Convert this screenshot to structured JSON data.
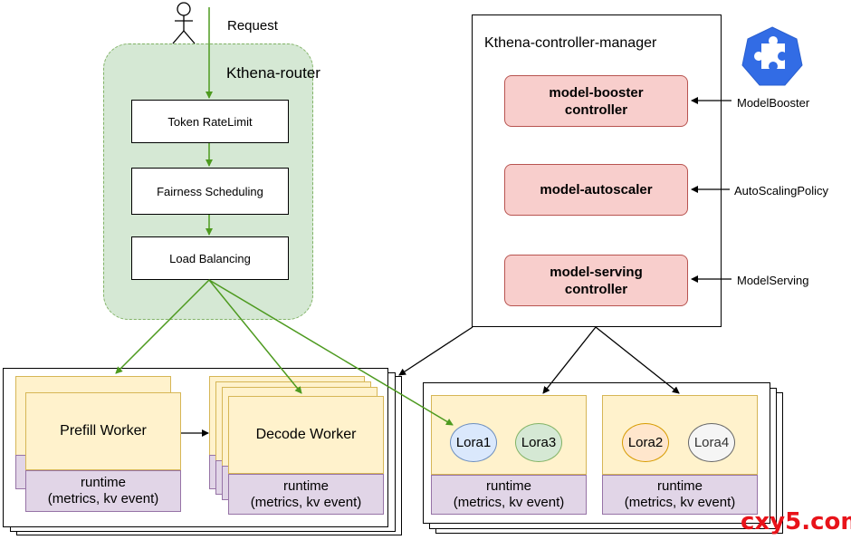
{
  "request": {
    "label": "Request"
  },
  "router": {
    "title": "Kthena-router",
    "steps": [
      "Token RateLimit",
      "Fairness Scheduling",
      "Load Balancing"
    ]
  },
  "controller": {
    "title": "Kthena-controller-manager",
    "components": [
      {
        "name": "model-booster\ncontroller",
        "crd": "ModelBooster"
      },
      {
        "name": "model-autoscaler",
        "crd": "AutoScalingPolicy"
      },
      {
        "name": "model-serving\ncontroller",
        "crd": "ModelServing"
      }
    ]
  },
  "pd_group": {
    "prefill": "Prefill Worker",
    "decode": "Decode Worker",
    "runtime": "runtime\n(metrics, kv event)"
  },
  "lora_group": {
    "runtime": "runtime\n(metrics, kv event)",
    "left_loras": [
      "Lora1",
      "Lora3"
    ],
    "right_loras": [
      "Lora2",
      "Lora4"
    ]
  },
  "colors": {
    "router_fill": "#d5e8d4",
    "router_border": "#82b366",
    "controller_fill": "#f8cecc",
    "controller_border": "#b85450",
    "worker_fill": "#fff2cc",
    "worker_border": "#d6b656",
    "runtime_fill": "#e1d5e7",
    "runtime_border": "#9673a6",
    "green_arrow": "#4d9a1f",
    "lora1_fill": "#dae8fc",
    "lora1_border": "#6c8ebf",
    "lora3_fill": "#d5e8d4",
    "lora3_border": "#82b366",
    "lora2_fill": "#ffe6cc",
    "lora2_border": "#d79b00",
    "lora4_fill": "#f5f5f5",
    "lora4_border": "#666666",
    "kube_icon": "#326ce5",
    "watermark": "#e8131a"
  },
  "icons": {
    "actor": "stick-figure-icon",
    "logo": "kubernetes-puzzle-icon"
  },
  "watermark": "cxy5.com"
}
